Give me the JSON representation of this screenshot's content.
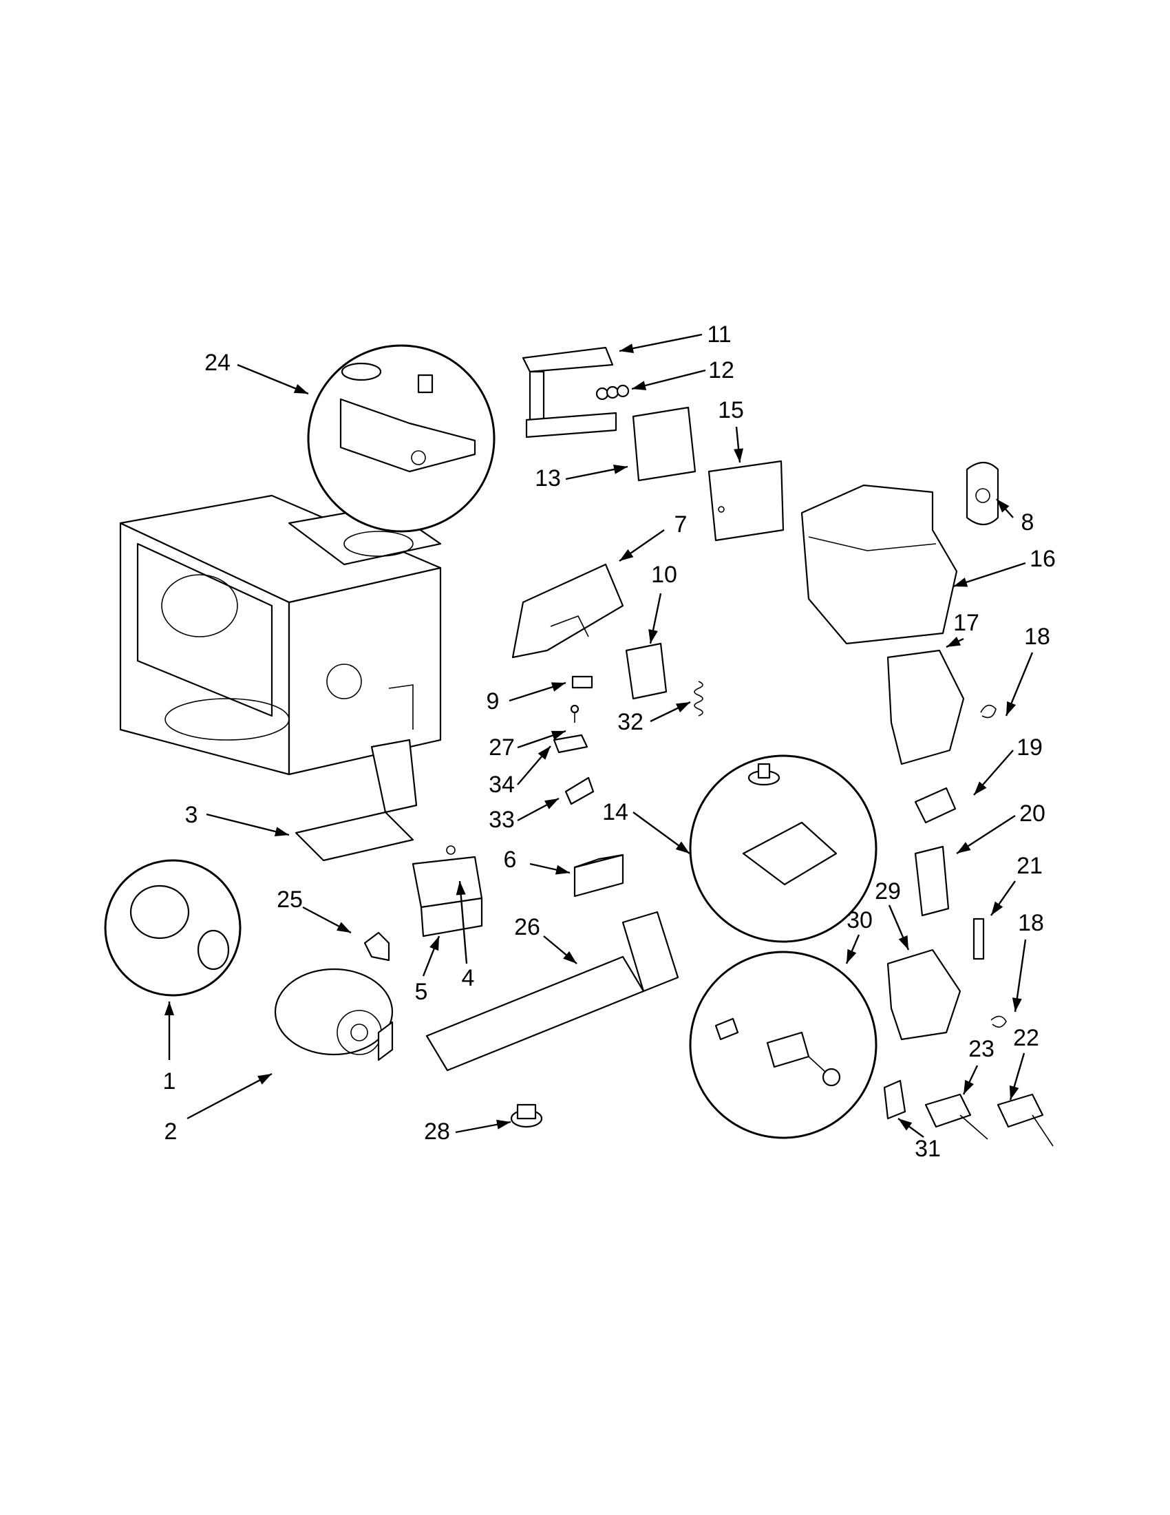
{
  "callouts": [
    {
      "id": "1",
      "label": "1"
    },
    {
      "id": "2",
      "label": "2"
    },
    {
      "id": "3",
      "label": "3"
    },
    {
      "id": "4",
      "label": "4"
    },
    {
      "id": "5",
      "label": "5"
    },
    {
      "id": "6",
      "label": "6"
    },
    {
      "id": "7",
      "label": "7"
    },
    {
      "id": "8",
      "label": "8"
    },
    {
      "id": "9",
      "label": "9"
    },
    {
      "id": "10",
      "label": "10"
    },
    {
      "id": "11",
      "label": "11"
    },
    {
      "id": "12",
      "label": "12"
    },
    {
      "id": "13",
      "label": "13"
    },
    {
      "id": "14",
      "label": "14"
    },
    {
      "id": "15",
      "label": "15"
    },
    {
      "id": "16",
      "label": "16"
    },
    {
      "id": "17",
      "label": "17"
    },
    {
      "id": "18a",
      "label": "18"
    },
    {
      "id": "18b",
      "label": "18"
    },
    {
      "id": "19",
      "label": "19"
    },
    {
      "id": "20",
      "label": "20"
    },
    {
      "id": "21",
      "label": "21"
    },
    {
      "id": "22",
      "label": "22"
    },
    {
      "id": "23",
      "label": "23"
    },
    {
      "id": "24",
      "label": "24"
    },
    {
      "id": "25",
      "label": "25"
    },
    {
      "id": "26",
      "label": "26"
    },
    {
      "id": "27",
      "label": "27"
    },
    {
      "id": "28",
      "label": "28"
    },
    {
      "id": "29",
      "label": "29"
    },
    {
      "id": "30",
      "label": "30"
    },
    {
      "id": "31",
      "label": "31"
    },
    {
      "id": "32",
      "label": "32"
    },
    {
      "id": "33",
      "label": "33"
    },
    {
      "id": "34",
      "label": "34"
    }
  ]
}
